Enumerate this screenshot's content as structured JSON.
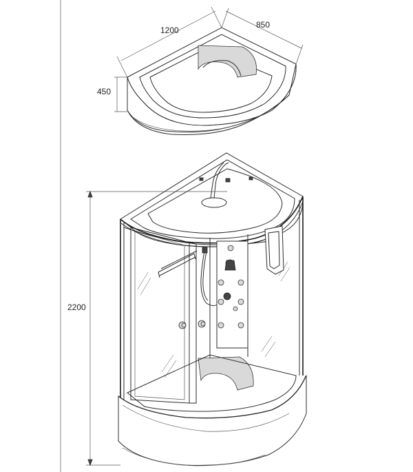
{
  "dimensions": {
    "tray_length": "1200",
    "tray_depth": "850",
    "tray_height": "450",
    "cabin_height": "2200"
  },
  "colors": {
    "line": "#2a2a2a",
    "background": "#ffffff"
  }
}
